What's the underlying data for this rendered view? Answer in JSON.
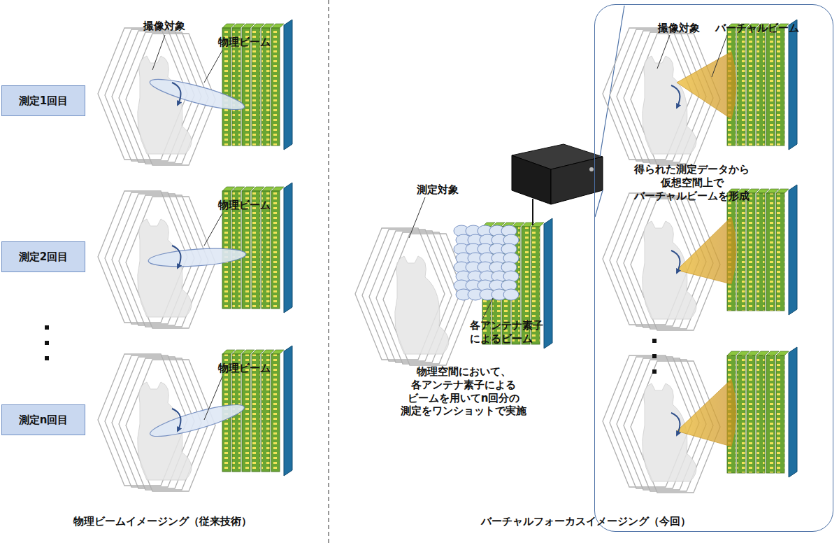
{
  "diagram": {
    "nodes": [
      {
        "text": [
          "測定1回目"
        ]
      },
      {
        "text": [
          "測定2回目"
        ]
      },
      {
        "text": [
          "測定n回目"
        ]
      },
      {
        "text": [
          "撮像対象",
          "バーチャルビーム",
          "得られた測定データから 仮想空間上で バーチャルビームを形成"
        ]
      }
    ],
    "labels": [
      "撮像対象",
      "物理ビーム",
      "物理ビーム",
      "物理ビーム",
      "測定対象",
      "各アンテナ素子 によるビーム",
      "物理空間において、 各アンテナ素子による ビームを用いてn回分の 測定をワンショットで実施",
      "物理ビームイメージング（従来技術）",
      "バーチャルフォーカスイメージング（今回）"
    ]
  }
}
